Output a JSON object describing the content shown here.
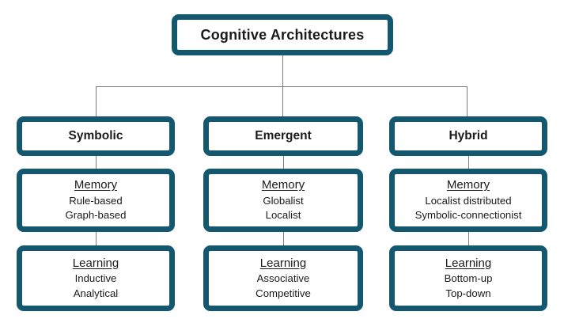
{
  "title": "Cognitive Architectures",
  "colors": {
    "box_border": "#145870",
    "box_fill": "#ffffff",
    "connector": "#7f7f7f",
    "text": "#1a1a1a"
  },
  "columns": [
    {
      "name": "Symbolic",
      "memory": {
        "heading": "Memory",
        "items": [
          "Rule-based",
          "Graph-based"
        ]
      },
      "learning": {
        "heading": "Learning",
        "items": [
          "Inductive",
          "Analytical"
        ]
      }
    },
    {
      "name": "Emergent",
      "memory": {
        "heading": "Memory",
        "items": [
          "Globalist",
          "Localist"
        ]
      },
      "learning": {
        "heading": "Learning",
        "items": [
          "Associative",
          "Competitive"
        ]
      }
    },
    {
      "name": "Hybrid",
      "memory": {
        "heading": "Memory",
        "items": [
          "Localist distributed",
          "Symbolic-connectionist"
        ]
      },
      "learning": {
        "heading": "Learning",
        "items": [
          "Bottom-up",
          "Top-down"
        ]
      }
    }
  ]
}
